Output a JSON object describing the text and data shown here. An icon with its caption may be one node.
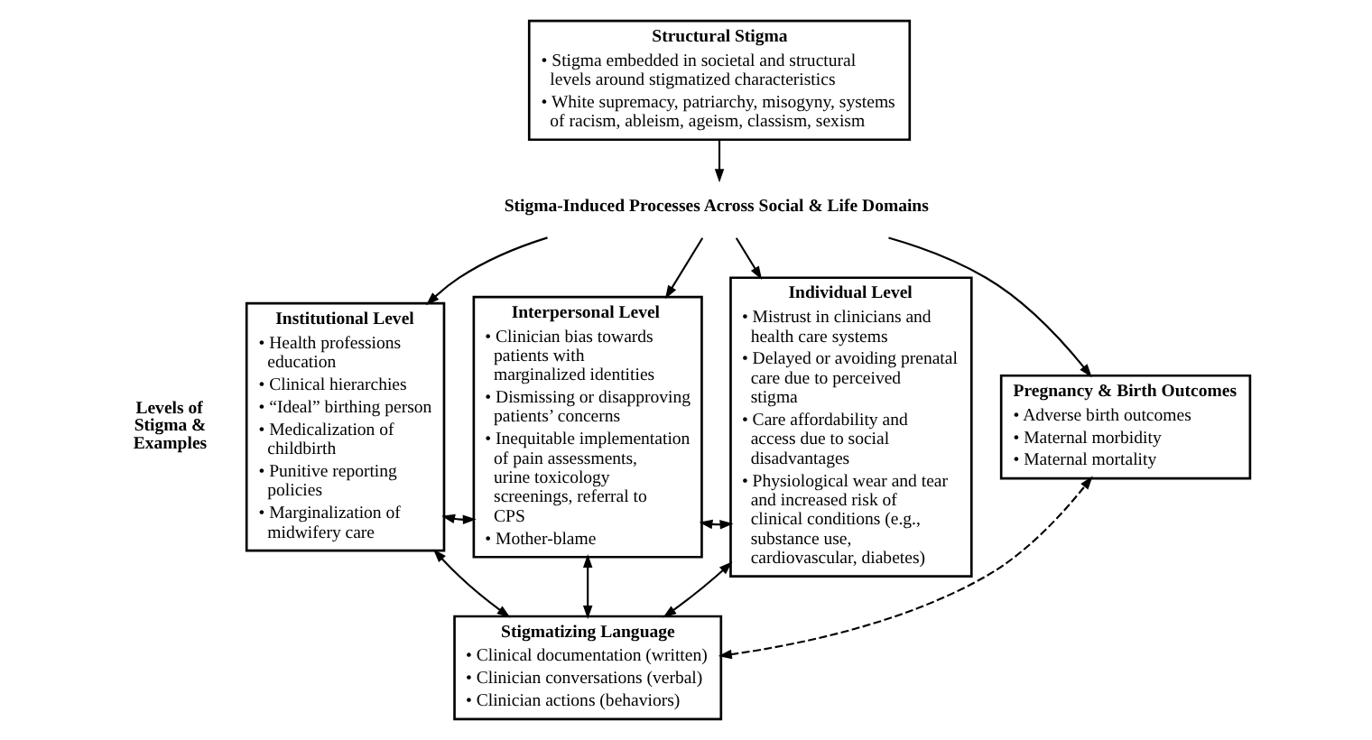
{
  "diagram": {
    "nodes": [
      {
        "text": [
          "Structural Stigma",
          "• Stigma embedded in societal and structural levels around stigmatized characteristics",
          "• White supremacy, patriarchy, misogyny, systems of racism, ableism, ageism, classism, sexism"
        ]
      },
      {
        "text": [
          "Stigma-Induced Processes Across Social & Life Domains"
        ]
      },
      {
        "text": [
          "Institutional Level",
          "• Health professions education",
          "• Clinical hierarchies",
          "• “Ideal” birthing person",
          "• Medicalization of childbirth",
          "• Punitive reporting policies",
          "• Marginalization of midwifery care"
        ]
      },
      {
        "text": [
          "Interpersonal Level",
          "• Clinician bias towards patients with marginalized identities",
          "• Dismissing or disapproving patients’ concerns",
          "• Inequitable implementation of pain assessments, urine toxicology screenings, referral to CPS",
          "• Mother-blame"
        ]
      },
      {
        "text": [
          "Individual Level",
          "• Mistrust in clinicians and health care systems",
          "• Delayed or avoiding prenatal care due to perceived stigma",
          "• Care affordability and access due to social disadvantages",
          "• Physiological wear and tear and increased risk of clinical conditions (e.g., substance use, cardiovascular, diabetes)"
        ]
      },
      {
        "text": [
          "Pregnancy & Birth Outcomes",
          "• Adverse birth outcomes",
          "• Maternal morbidity",
          "• Maternal mortality"
        ]
      },
      {
        "text": [
          "Stigmatizing Language",
          "• Clinical documentation (written)",
          "• Clinician conversations (verbal)",
          "• Clinician actions (behaviors)"
        ]
      }
    ],
    "edges": [
      {
        "from": 0,
        "to": 1,
        "arrow": "to"
      },
      {
        "from": 1,
        "to": 2,
        "arrow": "to"
      },
      {
        "from": 1,
        "to": 3,
        "arrow": "to"
      },
      {
        "from": 1,
        "to": 4,
        "arrow": "to"
      },
      {
        "from": 1,
        "to": 5,
        "arrow": "to"
      },
      {
        "from": 2,
        "to": 3,
        "arrow": "both"
      },
      {
        "from": 3,
        "to": 4,
        "arrow": "both"
      },
      {
        "from": 2,
        "to": 6,
        "arrow": "both"
      },
      {
        "from": 3,
        "to": 6,
        "arrow": "both"
      },
      {
        "from": 4,
        "to": 6,
        "arrow": "both"
      },
      {
        "from": 6,
        "to": 5,
        "arrow": "both",
        "style": "dashed"
      }
    ],
    "labels": [
      "Levels of Stigma & Examples"
    ]
  }
}
